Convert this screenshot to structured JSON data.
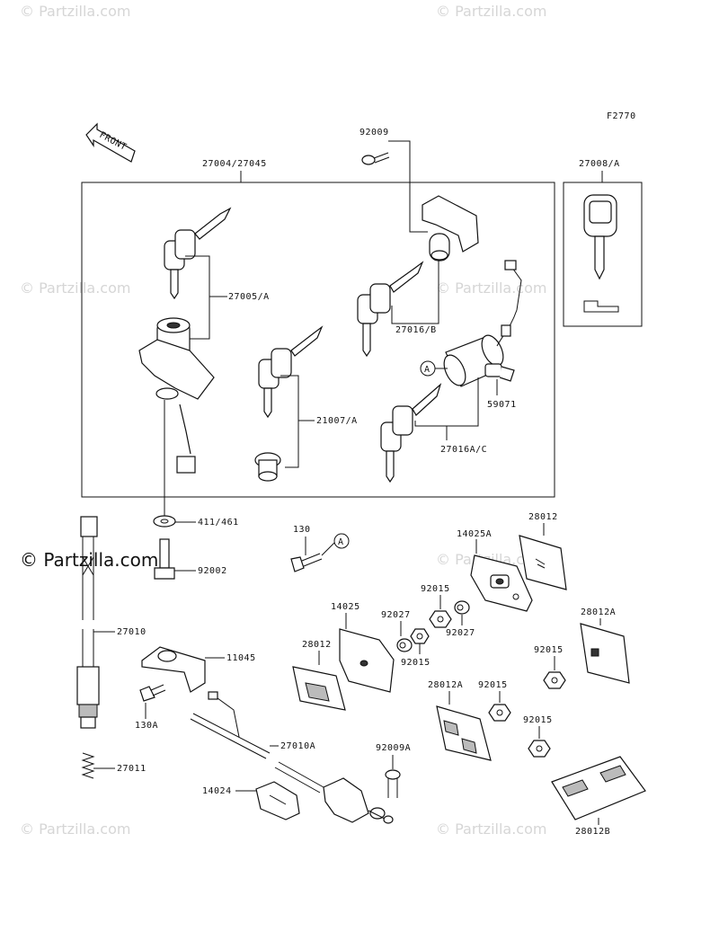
{
  "figure_code": "F2770",
  "front_label": "FRONT",
  "watermark": "© Partzilla.com",
  "callouts": {
    "ref_a": "A",
    "p27004": "27004/27045",
    "p92009": "92009",
    "p27008": "27008/A",
    "p27005": "27005/A",
    "p27016b": "27016/B",
    "p21007": "21007/A",
    "p59071": "59071",
    "p27016ac": "27016A/C",
    "p411": "411/461",
    "p92002": "92002",
    "p130": "130",
    "p14025a": "14025A",
    "p28012_top": "28012",
    "p92015_a": "92015",
    "p92027_a": "92027",
    "p14025": "14025",
    "p92027_b": "92027",
    "p28012_left": "28012",
    "p92015_b": "92015",
    "p28012a_right": "28012A",
    "p92015_c": "92015",
    "p27010": "27010",
    "p11045": "11045",
    "p130a": "130A",
    "p28012a_mid": "28012A",
    "p92015_d": "92015",
    "p92015_e": "92015",
    "p27010a": "27010A",
    "p92009a": "92009A",
    "p27011": "27011",
    "p14024": "14024",
    "p28012b": "28012B"
  },
  "colors": {
    "line": "#111111",
    "watermark": "#d6d6d6",
    "background": "#ffffff"
  }
}
